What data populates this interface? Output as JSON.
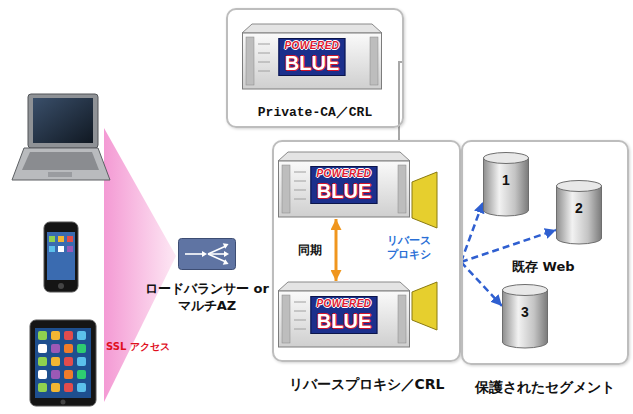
{
  "diagram": {
    "nodes": [
      {
        "text": [
          "Private-CA／CRL"
        ]
      },
      {
        "text": [
          "POWERED",
          "BLUE"
        ],
        "in": 0
      },
      {
        "text": [
          "リバースプロキシ／CRL"
        ]
      },
      {
        "text": [
          "POWERED",
          "BLUE"
        ],
        "in": 2
      },
      {
        "text": [
          "POWERED",
          "BLUE"
        ],
        "in": 2
      },
      {
        "text": [
          "保護されたセグメント"
        ]
      },
      {
        "text": [
          "1"
        ],
        "in": 5
      },
      {
        "text": [
          "2"
        ],
        "in": 5
      },
      {
        "text": [
          "3"
        ],
        "in": 5
      },
      {
        "text": [
          "ロードバランサー or マルチAZ"
        ]
      }
    ],
    "edges": [
      {
        "from": 0,
        "to": 2,
        "arrow": "none"
      },
      {
        "from": 3,
        "to": 4,
        "arrow": "both",
        "label": "同期"
      },
      {
        "from": 2,
        "to": 6,
        "arrow": "to"
      },
      {
        "from": 2,
        "to": 7,
        "arrow": "to"
      },
      {
        "from": 2,
        "to": 8,
        "arrow": "to"
      }
    ],
    "labels": [
      "SSL アクセス",
      "リバース プロキシ",
      "既存 Web"
    ]
  }
}
